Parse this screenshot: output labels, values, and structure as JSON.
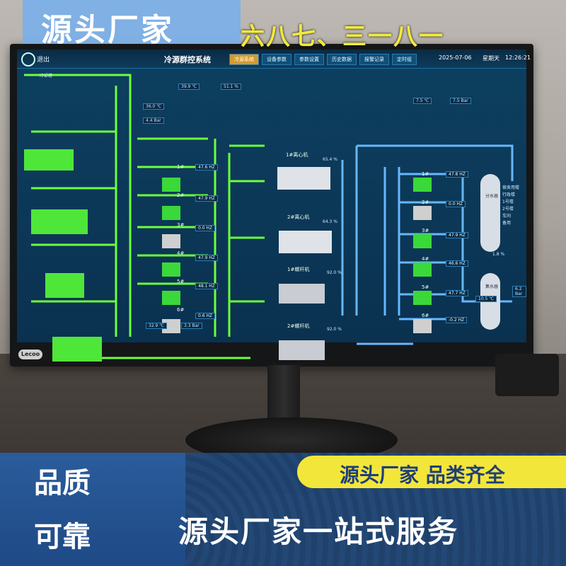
{
  "overlay": {
    "top_left": "源头厂家",
    "top_yellow": "六八七、三一八一",
    "left_top": "品质",
    "left_bottom": "可靠",
    "pill": "源头厂家  品类齐全",
    "bottom": "源头厂家一站式服务"
  },
  "screen": {
    "exit": "退出",
    "title": "冷源群控系统",
    "tabs": [
      "冷源系统",
      "设备参数",
      "参数设置",
      "历史数据",
      "报警记录",
      "定时组"
    ],
    "date": "2025-07-06",
    "weekday": "星期天",
    "time": "12:26:21",
    "cooling_tower_label": "冷却塔",
    "temps_top": [
      "39.9 ℃",
      "51.1 %"
    ],
    "left_readings": [
      "36.0 ℃",
      "4.4 Bar"
    ],
    "right_readings": [
      "7.5 ℃",
      "7.5 Bar"
    ],
    "bottom_readings": [
      "32.9 ℃",
      "3.3 Bar"
    ],
    "bottom_right_readings": [
      "10.5 ℃",
      "6.2 Bar"
    ],
    "pumps_left": [
      {
        "name": "1#",
        "hz": "47.6 HZ"
      },
      {
        "name": "2#",
        "hz": "47.9 HZ"
      },
      {
        "name": "3#",
        "hz": "0.0 HZ"
      },
      {
        "name": "4#",
        "hz": "47.9 HZ"
      },
      {
        "name": "5#",
        "hz": "48.1 HZ"
      },
      {
        "name": "6#",
        "hz": "0.6 HZ"
      }
    ],
    "chillers": [
      {
        "name": "1#离心机",
        "pct": "65.4 %"
      },
      {
        "name": "2#离心机",
        "pct": "64.3 %"
      },
      {
        "name": "1#螺杆机",
        "pct": "92.0 %"
      },
      {
        "name": "2#螺杆机",
        "pct": "92.0 %"
      }
    ],
    "pumps_right": [
      {
        "name": "1#",
        "hz": "47.8 HZ"
      },
      {
        "name": "2#",
        "hz": "0.0 HZ"
      },
      {
        "name": "3#",
        "hz": "47.9 HZ"
      },
      {
        "name": "4#",
        "hz": "46.6 HZ"
      },
      {
        "name": "5#",
        "hz": "47.7 HZ"
      },
      {
        "name": "6#",
        "hz": "-0.2 HZ"
      }
    ],
    "tank_top": "分水器",
    "tank_bottom": "集水器",
    "tank_pct": "1.8 %",
    "tank_outlets": [
      "宿舍用楼",
      "行政楼",
      "1号楼",
      "2号楼",
      "车间",
      "备用"
    ]
  },
  "monitor": {
    "brand": "Lecoo"
  },
  "colors": {
    "pipe_green": "#6dff3b",
    "pipe_blue": "#67b7ff",
    "screen_bg": "#0c4060"
  }
}
